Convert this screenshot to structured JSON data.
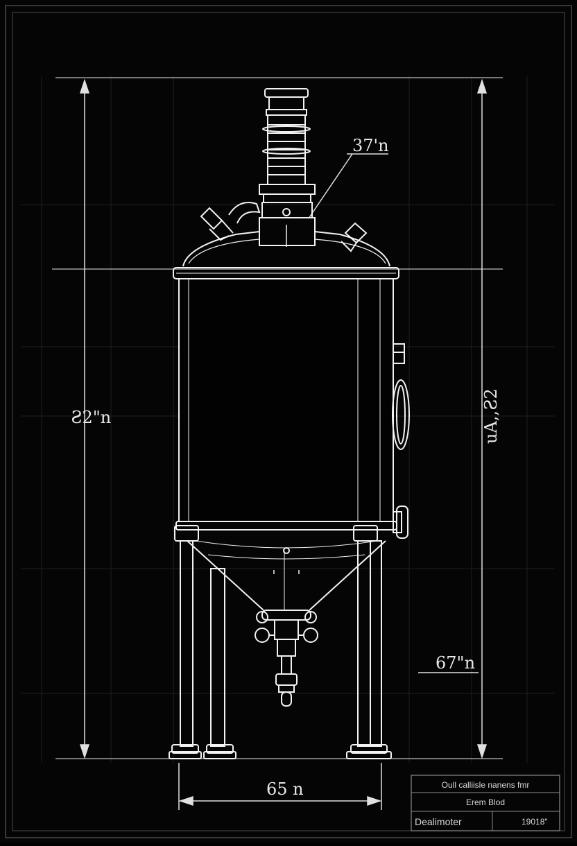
{
  "colors": {
    "background": "#050505",
    "line": "#f2f2f2",
    "grid": "#2a2a2a",
    "frame": "#4a4a4a"
  },
  "dimensions": {
    "top_nozzle": "37'n",
    "overall_height": "Ƨ2\"n",
    "shell_height": "uA,,Ƨ2",
    "leg_height": "67\"n",
    "base_width": "65 n"
  },
  "title_block": {
    "row1": "Oull calliisle nanens fmr",
    "row2": "Erem Blod",
    "row3_left": "Dealimoter",
    "row3_right": "19018\""
  }
}
